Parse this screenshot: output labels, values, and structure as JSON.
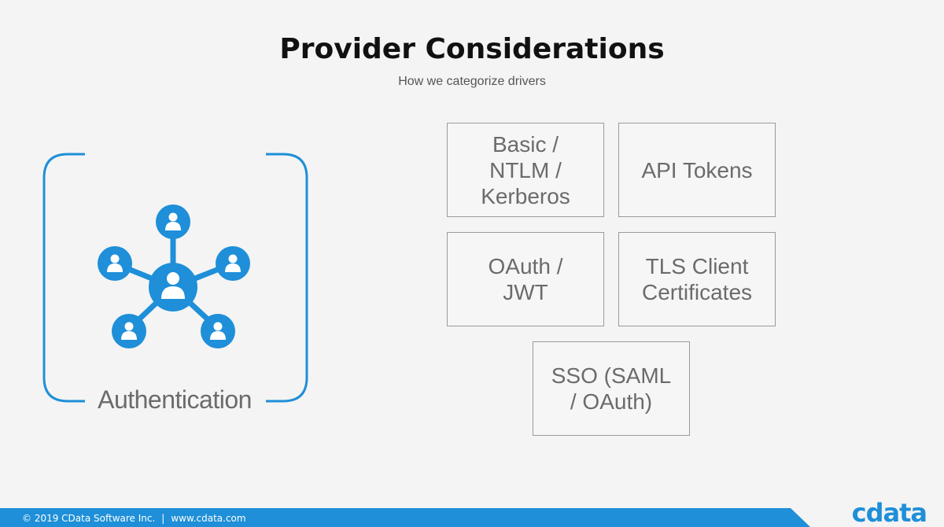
{
  "slide": {
    "title": "Provider Considerations",
    "subtitle": "How we categorize drivers"
  },
  "auth": {
    "label": "Authentication",
    "icon": "network-users-icon",
    "accent_color": "#1e8fd8"
  },
  "boxes": [
    {
      "id": "basic",
      "text": "Basic /\nNTLM /\nKerberos"
    },
    {
      "id": "api-tokens",
      "text": "API Tokens"
    },
    {
      "id": "oauth-jwt",
      "text": "OAuth /\nJWT"
    },
    {
      "id": "tls",
      "text": "TLS Client\nCertificates"
    },
    {
      "id": "sso",
      "text": "SSO (SAML\n/ OAuth)"
    }
  ],
  "footer": {
    "copyright": "© 2019 CData Software Inc.",
    "separator": "|",
    "url": "www.cdata.com",
    "bar_color": "#1e8fd8"
  },
  "logo": {
    "text": "cdata"
  }
}
